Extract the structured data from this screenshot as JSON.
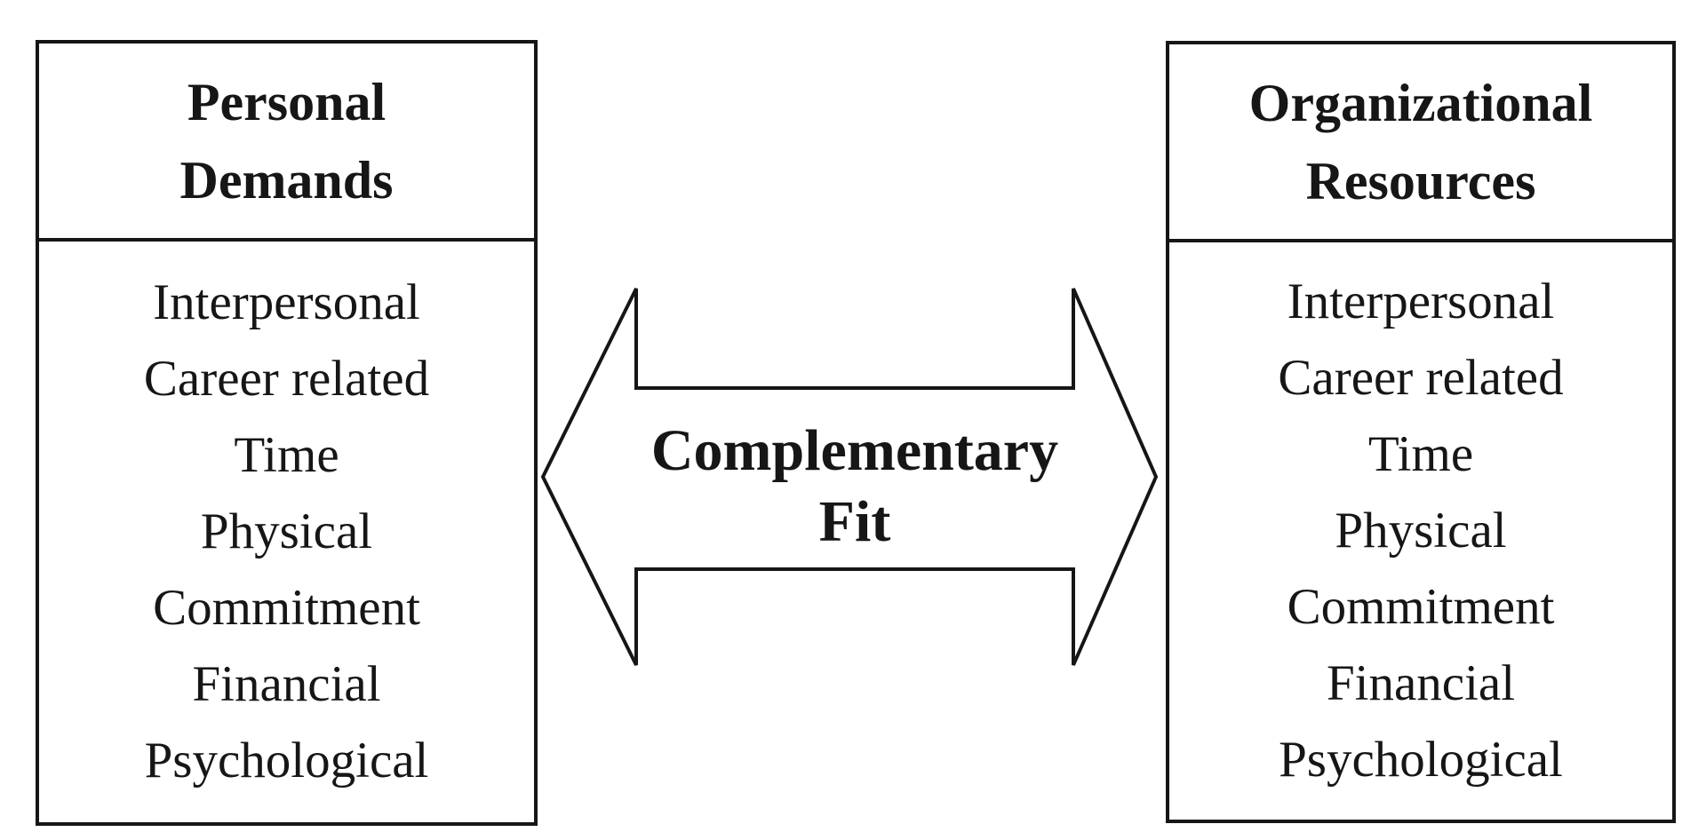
{
  "colors": {
    "background": "#ffffff",
    "line": "#161616",
    "text": "#161616"
  },
  "left_box": {
    "title_lines": [
      "Personal",
      "Demands"
    ],
    "items": [
      "Interpersonal",
      "Career related",
      "Time",
      "Physical",
      "Commitment",
      "Financial",
      "Psychological"
    ]
  },
  "right_box": {
    "title_lines": [
      "Organizational",
      "Resources"
    ],
    "items": [
      "Interpersonal",
      "Career related",
      "Time",
      "Physical",
      "Commitment",
      "Financial",
      "Psychological"
    ]
  },
  "connector": {
    "shape": "double-headed-arrow",
    "label_lines": [
      "Complementary",
      "Fit"
    ]
  }
}
